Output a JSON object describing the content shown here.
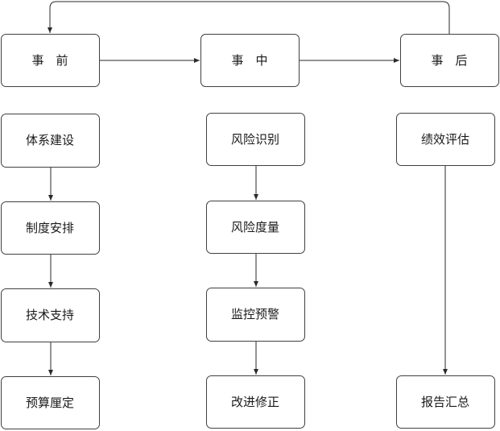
{
  "phases": {
    "before": "事　前",
    "during": "事　中",
    "after": "事　后"
  },
  "before_steps": [
    "体系建设",
    "制度安排",
    "技术支持",
    "预算厘定"
  ],
  "during_steps": [
    "风险识别",
    "风险度量",
    "监控预警",
    "改进修正"
  ],
  "after_steps": [
    "绩效评估",
    "报告汇总"
  ],
  "colors": {
    "stroke": "#404040",
    "arrow": "#2a2a2a",
    "text": "#1a1a1a",
    "background": "#ffffff"
  }
}
